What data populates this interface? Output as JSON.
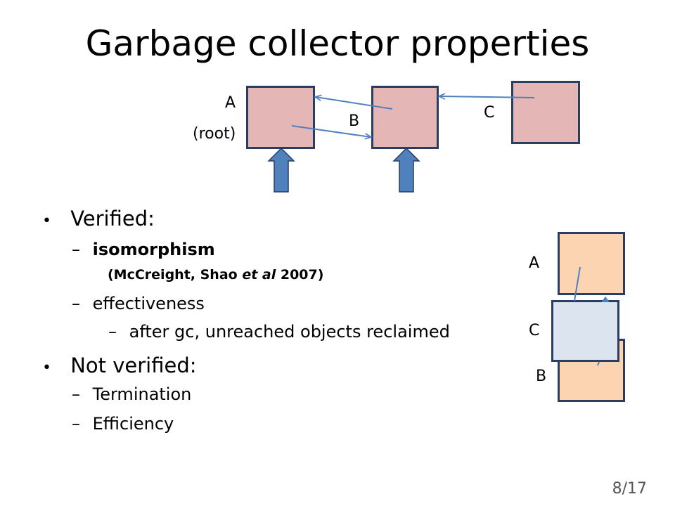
{
  "title": "Garbage collector properties",
  "diagram_top": {
    "label_a": "A",
    "label_root": "(root)",
    "label_b": "B",
    "label_c": "C"
  },
  "bullets": {
    "verified": "Verified:",
    "iso": "isomorphism",
    "cite_pre": "(McCreight, Shao ",
    "cite_em": "et al",
    "cite_post": " 2007)",
    "eff": "effectiveness",
    "after_gc": "after gc, unreached objects reclaimed",
    "not_verified": "Not verified:",
    "termination": "Termination",
    "efficiency": "Efficiency"
  },
  "diagram_right": {
    "label_a": "A",
    "label_c": "C",
    "label_b": "B"
  },
  "page_number": "8/17",
  "colors": {
    "box_pink": "#e4b6b6",
    "box_peach": "#fcd4b2",
    "box_light_blue": "#dbe4ef",
    "arrow_blue": "#4f81bd",
    "border_navy": "#2c3d63"
  }
}
